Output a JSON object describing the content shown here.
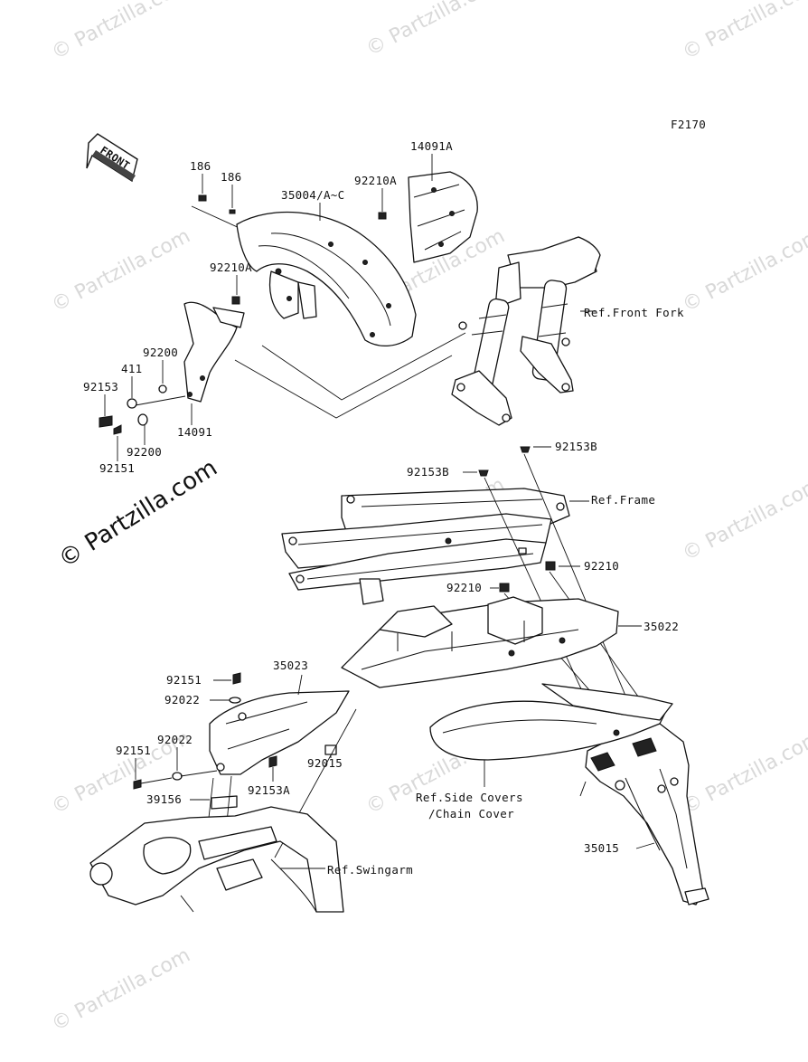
{
  "diagram_code": "F2170",
  "front_label": "FRONT",
  "watermarks": [
    "© Partzilla.com",
    "© Partzilla.com",
    "© Partzilla.com",
    "© Partzilla.com",
    "© Partzilla.com",
    "© Partzilla.com",
    "© Partzilla.com",
    "© Partzilla.com",
    "© Partzilla.com",
    "© Partzilla.com",
    "© Partzilla.com",
    "© Partzilla.com"
  ],
  "watermark_main": "© Partzilla.com",
  "labels": {
    "p186a": "186",
    "p186b": "186",
    "p35004": "35004/A~C",
    "p92210a_top": "92210A",
    "p14091a": "14091A",
    "p92210a_left": "92210A",
    "p92200a": "92200",
    "p411": "411",
    "p92153": "92153",
    "p14091": "14091",
    "p92200b": "92200",
    "p92151_top": "92151",
    "p92153b_right": "92153B",
    "p92153b_left": "92153B",
    "p92210_right": "92210",
    "p92210_left": "92210",
    "p35022": "35022",
    "p92151_a": "92151",
    "p35023": "35023",
    "p92022_a": "92022",
    "p92022_b": "92022",
    "p92151_b": "92151",
    "p92015": "92015",
    "p92153a": "92153A",
    "p39156": "39156",
    "p35015": "35015"
  },
  "references": {
    "front_fork": "Ref.Front Fork",
    "frame": "Ref.Frame",
    "side_covers_1": "Ref.Side Covers",
    "side_covers_2": "/Chain Cover",
    "swingarm": "Ref.Swingarm"
  }
}
